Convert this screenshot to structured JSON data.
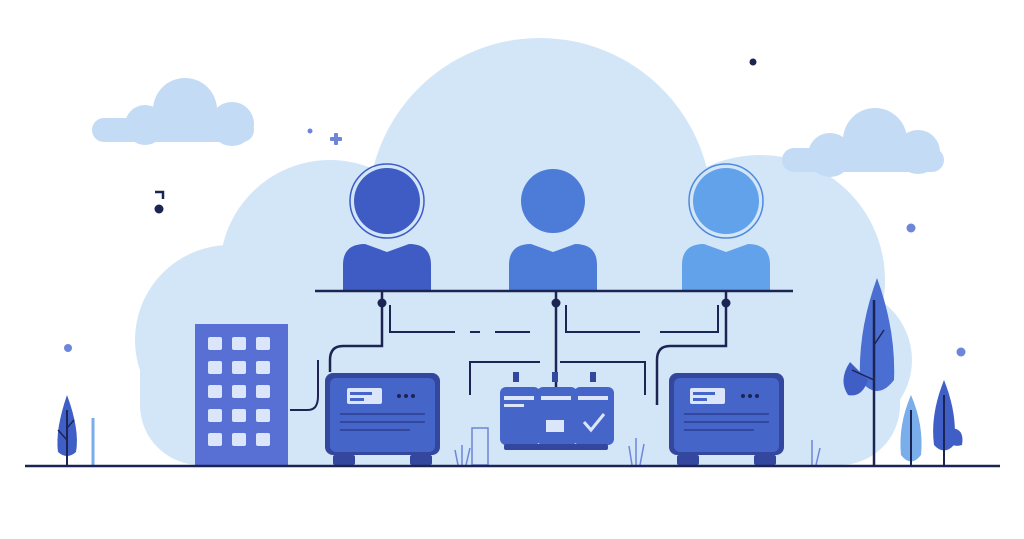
{
  "palette": {
    "background": "#ffffff",
    "cloud_large": "#cfe4f7",
    "cloud_small": "#c6dcf4",
    "line": "#1c2453",
    "person_dark": "#3e5cc4",
    "person_mid": "#4d7bd8",
    "person_light": "#62a2ea",
    "machine_body": "#4665c9",
    "machine_dark": "#34479e",
    "building": "#5870d4",
    "window": "#dce6fb",
    "tree_dark": "#3f5fc6",
    "tree_light": "#7aaeea"
  },
  "people": [
    {
      "name": "person-left",
      "color_key": "person_dark"
    },
    {
      "name": "person-center",
      "color_key": "person_mid"
    },
    {
      "name": "person-right",
      "color_key": "person_light"
    }
  ],
  "devices": [
    {
      "name": "server-left"
    },
    {
      "name": "server-cluster-center"
    },
    {
      "name": "server-right"
    }
  ],
  "icons": [
    "cloud-icon",
    "person-icon",
    "server-icon",
    "building-icon",
    "tree-icon",
    "sparkle-icon"
  ]
}
